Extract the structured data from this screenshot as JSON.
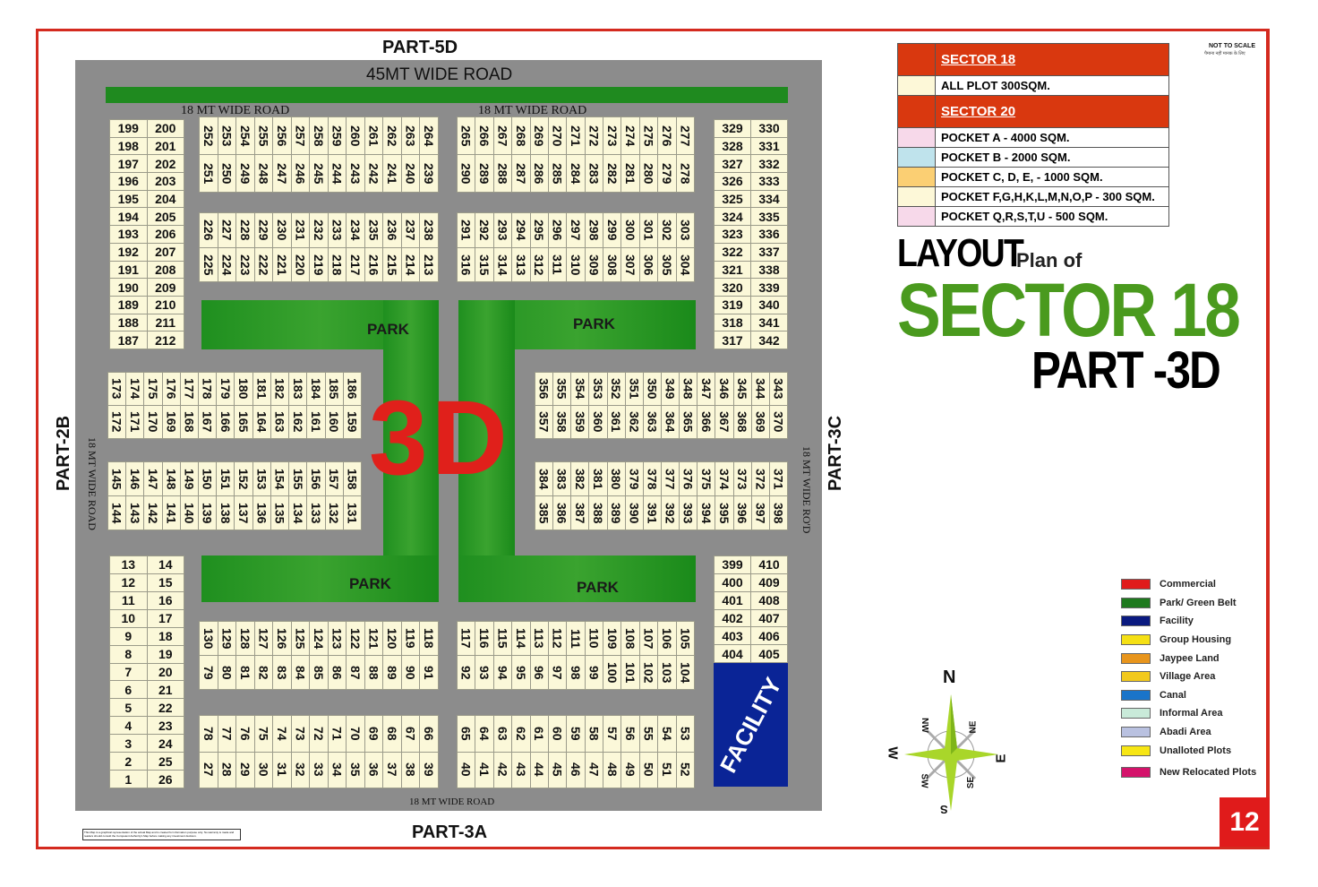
{
  "map": {
    "top_label": "PART-5D",
    "road_45": "45MT WIDE ROAD",
    "road_18_left": "18 MT WIDE ROAD",
    "road_18_right": "18 MT WIDE ROAD",
    "road_18_bottom": "18 MT WIDE ROAD",
    "road_18_west": "18 MT WIDE ROAD",
    "road_18_east": "18 MT WIDE RO'D",
    "left_label": "PART-2B",
    "right_label": "PART-3C",
    "bottom_label": "PART-3A",
    "center_label": "3D",
    "park_label": "PARK",
    "facility_label": "FACILITY",
    "disclaimer": "This Map is a graphical representation of the actual Map and is created for information purpose only. No warranty is made and readers should consult the Competent Authority's Map before making any investment decision.",
    "not_to_scale": "NOT TO SCALE",
    "not_to_scale_hindi": "पैमाना नहीं मानक के लिए"
  },
  "blocks": {
    "left_col_top": [
      [
        199,
        187
      ],
      [
        200,
        212
      ]
    ],
    "top_left_1": [
      [
        252,
        264
      ],
      [
        251,
        239
      ]
    ],
    "top_right_1": [
      [
        265,
        277
      ],
      [
        290,
        278
      ]
    ],
    "top_left_2": [
      [
        226,
        238
      ],
      [
        225,
        213
      ]
    ],
    "top_right_2": [
      [
        291,
        303
      ],
      [
        316,
        304
      ]
    ],
    "right_col_top": [
      [
        329,
        317
      ],
      [
        330,
        342
      ]
    ],
    "mid_left_1": [
      [
        173,
        186
      ],
      [
        172,
        159
      ]
    ],
    "mid_left_2": [
      [
        145,
        158
      ],
      [
        144,
        131
      ]
    ],
    "mid_right_1": [
      [
        356,
        343
      ],
      [
        357,
        370
      ]
    ],
    "mid_right_2": [
      [
        384,
        371
      ],
      [
        385,
        398
      ]
    ],
    "left_col_bottom": [
      [
        13,
        1
      ],
      [
        14,
        26
      ]
    ],
    "bottom_left_1": [
      [
        130,
        118
      ],
      [
        79,
        91
      ]
    ],
    "bottom_right_1": [
      [
        117,
        105
      ],
      [
        92,
        104
      ]
    ],
    "bottom_left_2": [
      [
        78,
        66
      ],
      [
        27,
        39
      ]
    ],
    "bottom_right_2": [
      [
        65,
        53
      ],
      [
        40,
        52
      ]
    ],
    "right_col_bottom": [
      [
        399,
        404
      ],
      [
        410,
        405
      ]
    ]
  },
  "key_table": {
    "rows": [
      {
        "type": "header",
        "text": "SECTOR 18",
        "color": "#d9380f"
      },
      {
        "type": "row",
        "text": "ALL PLOT  300SQM.",
        "color": "#fdf8d8"
      },
      {
        "type": "header",
        "text": "SECTOR 20",
        "color": "#d9380f"
      },
      {
        "type": "row",
        "text": "POCKET A   -  4000 SQM.",
        "color": "#f7d9ea"
      },
      {
        "type": "row",
        "text": "POCKET B   -  2000 SQM.",
        "color": "#bfe3ec"
      },
      {
        "type": "row",
        "text": "POCKET C, D, E, - 1000 SQM.",
        "color": "#fbcf73"
      },
      {
        "type": "row",
        "text": "POCKET   F,G,H,K,L,M,N,O,P  -  300 SQM.",
        "color": "#fdf8d8"
      },
      {
        "type": "row",
        "text": "POCKET Q,R,S,T,U  -  500 SQM.",
        "color": "#f7d9ea"
      }
    ]
  },
  "title": {
    "layout": "LAYOUT",
    "plan_of": "Plan of",
    "sector": "SECTOR 18",
    "part": "PART -3D"
  },
  "compass": {
    "n": "N",
    "s": "S",
    "e": "E",
    "w": "W",
    "ne": "NE",
    "nw": "NW",
    "se": "SE",
    "sw": "SW"
  },
  "legend": [
    {
      "label": "Commercial",
      "color": "#e01b1b"
    },
    {
      "label": "Park/ Green Belt",
      "color": "#1f7a1f"
    },
    {
      "label": "Facility",
      "color": "#0a1a80"
    },
    {
      "label": "Group Housing",
      "color": "#f5e014"
    },
    {
      "label": "Jaypee Land",
      "color": "#e8951c"
    },
    {
      "label": "Village Area",
      "color": "#f2c91c"
    },
    {
      "label": "Canal",
      "color": "#1a74c9"
    },
    {
      "label": "Informal Area",
      "color": "#c9ead9"
    },
    {
      "label": "Abadi Area",
      "color": "#b9c1e0"
    },
    {
      "label": "Unalloted Plots",
      "color": "#f7e614"
    },
    {
      "label": "New Relocated Plots",
      "color": "#d4136b"
    }
  ],
  "page_number": "12"
}
